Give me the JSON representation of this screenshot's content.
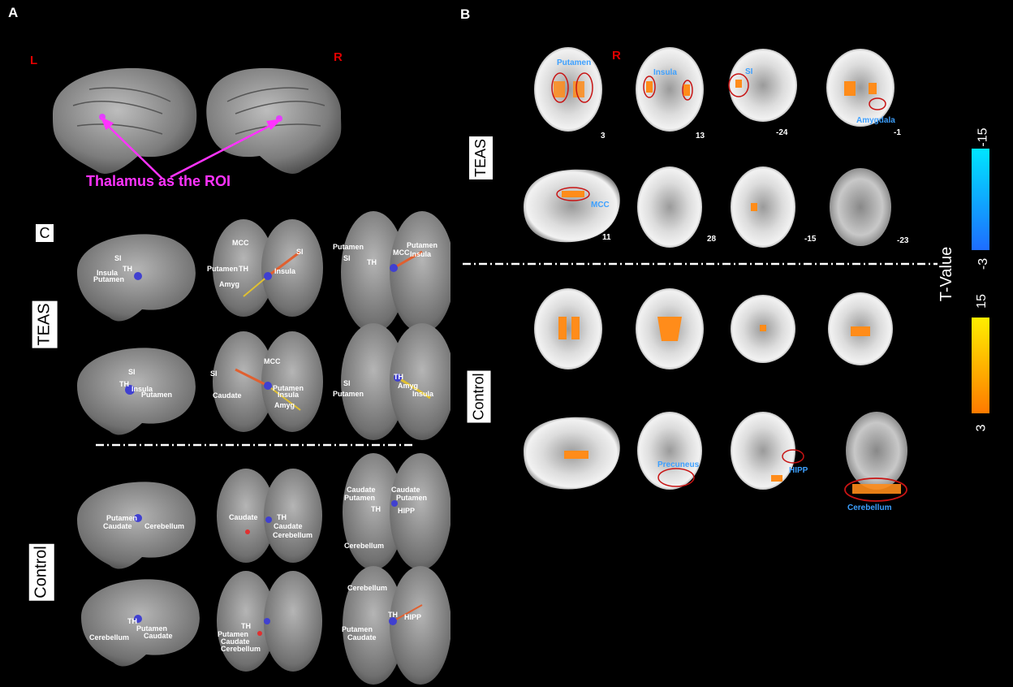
{
  "panels": {
    "a": "A",
    "b": "B",
    "c": "C"
  },
  "panel_a": {
    "left_label": "L",
    "right_label": "R",
    "roi_text": "Thalamus as the ROI"
  },
  "panel_c": {
    "group_teas": "TEAS",
    "group_control": "Control",
    "teas_row1": {
      "lateral": [
        "SI",
        "TH",
        "Putamen",
        "Insula"
      ],
      "frontal": [
        "MCC",
        "SI",
        "TH",
        "Putamen",
        "Insula",
        "Amyg"
      ],
      "top": [
        "Putamen",
        "SI",
        "TH",
        "Putamen",
        "MCC",
        "Insula"
      ]
    },
    "teas_row2": {
      "lateral": [
        "SI",
        "TH",
        "Insula",
        "Putamen"
      ],
      "frontal": [
        "MCC",
        "SI",
        "Putamen",
        "Insula",
        "Caudate",
        "Amyg"
      ],
      "top": [
        "SI",
        "TH",
        "Putamen",
        "Insula",
        "Amyg"
      ]
    },
    "control_row1": {
      "lateral": [
        "Putamen",
        "Caudate",
        "Cerebellum"
      ],
      "frontal": [
        "Caudate",
        "TH",
        "Caudate",
        "Cerebellum"
      ],
      "top": [
        "Caudate",
        "Putamen",
        "Caudate",
        "Putamen",
        "TH",
        "HIPP",
        "Cerebellum"
      ]
    },
    "control_row2": {
      "lateral": [
        "TH",
        "Putamen",
        "Caudate",
        "Cerebellum"
      ],
      "frontal": [
        "TH",
        "Putamen",
        "Caudate",
        "Cerebellum"
      ],
      "top": [
        "Cerebellum",
        "TH",
        "HIPP",
        "Putamen",
        "Caudate"
      ]
    }
  },
  "panel_b": {
    "r_label": "R",
    "group_teas": "TEAS",
    "group_control": "Control",
    "teas_row1": [
      {
        "num": "3",
        "label": "Putamen"
      },
      {
        "num": "13",
        "label": "Insula"
      },
      {
        "num": "-24",
        "label": "SI"
      },
      {
        "num": "-1",
        "label": "Amygdala"
      }
    ],
    "teas_row2": [
      {
        "num": "11",
        "label": "MCC"
      },
      {
        "num": "28",
        "label": ""
      },
      {
        "num": "-15",
        "label": ""
      },
      {
        "num": "-23",
        "label": ""
      }
    ],
    "control_row2_labels": [
      "Precuneus",
      "HIPP",
      "Cerebellum"
    ]
  },
  "colorbar": {
    "title": "T-Value",
    "neg_top": "-15",
    "neg_bottom": "-3",
    "pos_top": "15",
    "pos_bottom": "3",
    "neg_colors": [
      "#00e5ff",
      "#1e6dff"
    ],
    "pos_colors": [
      "#ffee00",
      "#ff7a00"
    ]
  }
}
